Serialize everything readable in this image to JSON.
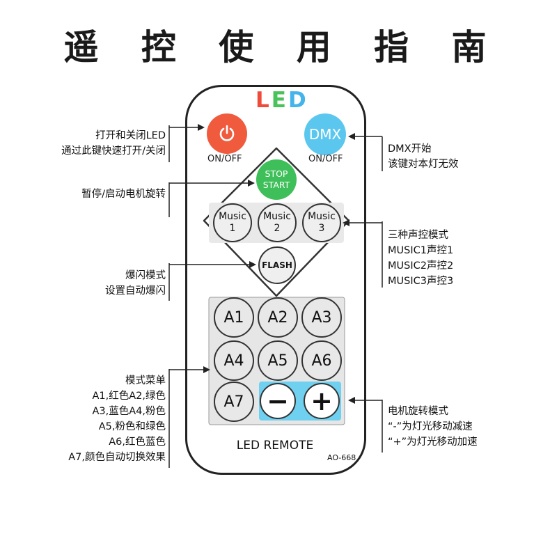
{
  "title": "遥 控 使 用 指 南",
  "remote": {
    "logo": {
      "l": "L",
      "e": "E",
      "d": "D"
    },
    "power_caption": "ON/OFF",
    "dmx_label": "DMX",
    "dmx_caption": "ON/OFF",
    "stop_line1": "STOP",
    "stop_line2": "START",
    "music_buttons": [
      {
        "line1": "Music",
        "line2": "1"
      },
      {
        "line1": "Music",
        "line2": "2"
      },
      {
        "line1": "Music",
        "line2": "3"
      }
    ],
    "flash_label": "FLASH",
    "grid_buttons": [
      "A1",
      "A2",
      "A3",
      "A4",
      "A5",
      "A6",
      "A7"
    ],
    "minus_label": "−",
    "plus_label": "+",
    "brand_text": "LED REMOTE",
    "model_text": "AO-668"
  },
  "colors": {
    "power": "#f05b3e",
    "dmx": "#5cc7ee",
    "stop": "#3fbf59",
    "speed_bar": "#6fd0ef"
  },
  "annotations": {
    "power": [
      "打开和关闭LED",
      "通过此键快速打开/关闭"
    ],
    "stop": [
      "暂停/启动电机旋转"
    ],
    "flash": [
      "爆闪模式",
      "设置自动爆闪"
    ],
    "mode_menu": [
      "模式菜单",
      "A1,红色A2,绿色",
      "A3,蓝色A4,粉色",
      "A5,粉色和绿色",
      "A6,红色蓝色",
      "A7,颜色自动切换效果"
    ],
    "dmx": [
      "DMX开始",
      "该键对本灯无效"
    ],
    "music": [
      "三种声控模式",
      "MUSIC1声控1",
      "MUSIC2声控2",
      "MUSIC3声控3"
    ],
    "motor": [
      "电机旋转模式",
      "“-”为灯光移动减速",
      "“+”为灯光移动加速"
    ]
  }
}
